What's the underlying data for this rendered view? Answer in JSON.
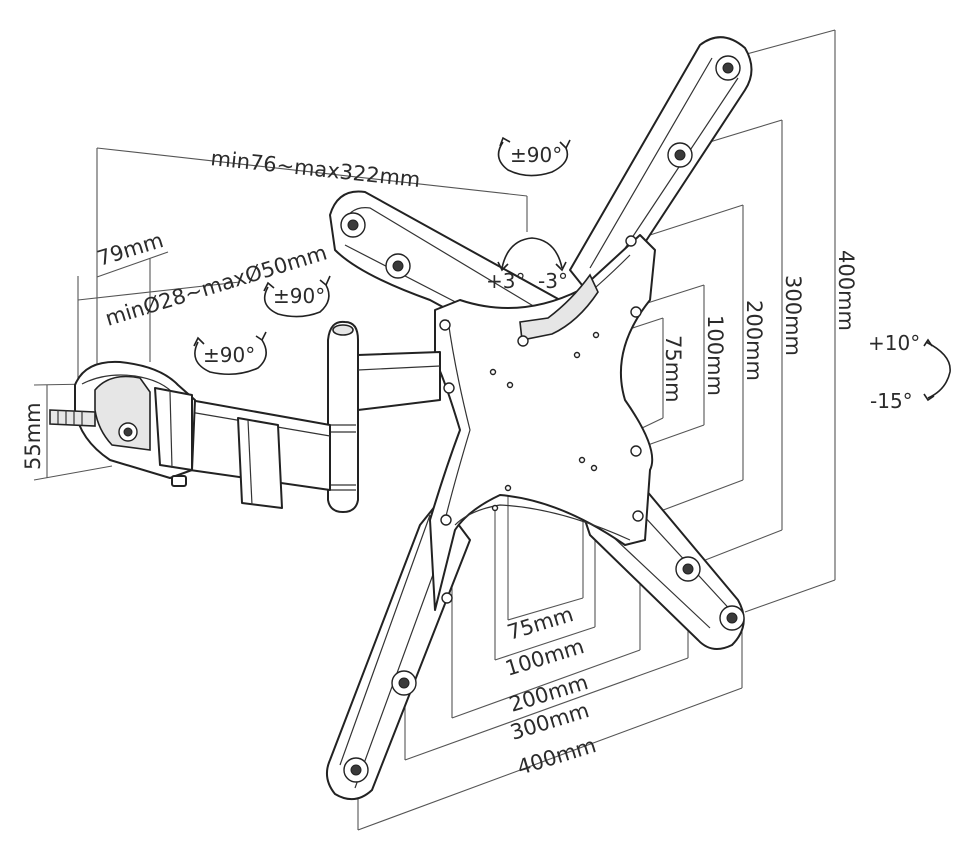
{
  "dimensions": {
    "arm_extension": "min76~max322mm",
    "clamp_depth": "79mm",
    "tube_diameter": "minØ28~maxØ50mm",
    "clamp_height": "55mm",
    "vesa_h_75": "75mm",
    "vesa_h_100": "100mm",
    "vesa_h_200": "200mm",
    "vesa_h_300": "300mm",
    "vesa_h_400": "400mm",
    "vesa_v_75": "75mm",
    "vesa_v_100": "100mm",
    "vesa_v_200": "200mm",
    "vesa_v_300": "300mm",
    "vesa_v_400": "400mm"
  },
  "rotations": {
    "top_swivel": "±90°",
    "arm_swivel_upper": "±90°",
    "arm_swivel_lower": "±90°",
    "level_plus": "+3°",
    "level_minus": "-3°",
    "tilt_up": "+10°",
    "tilt_down": "-15°"
  }
}
